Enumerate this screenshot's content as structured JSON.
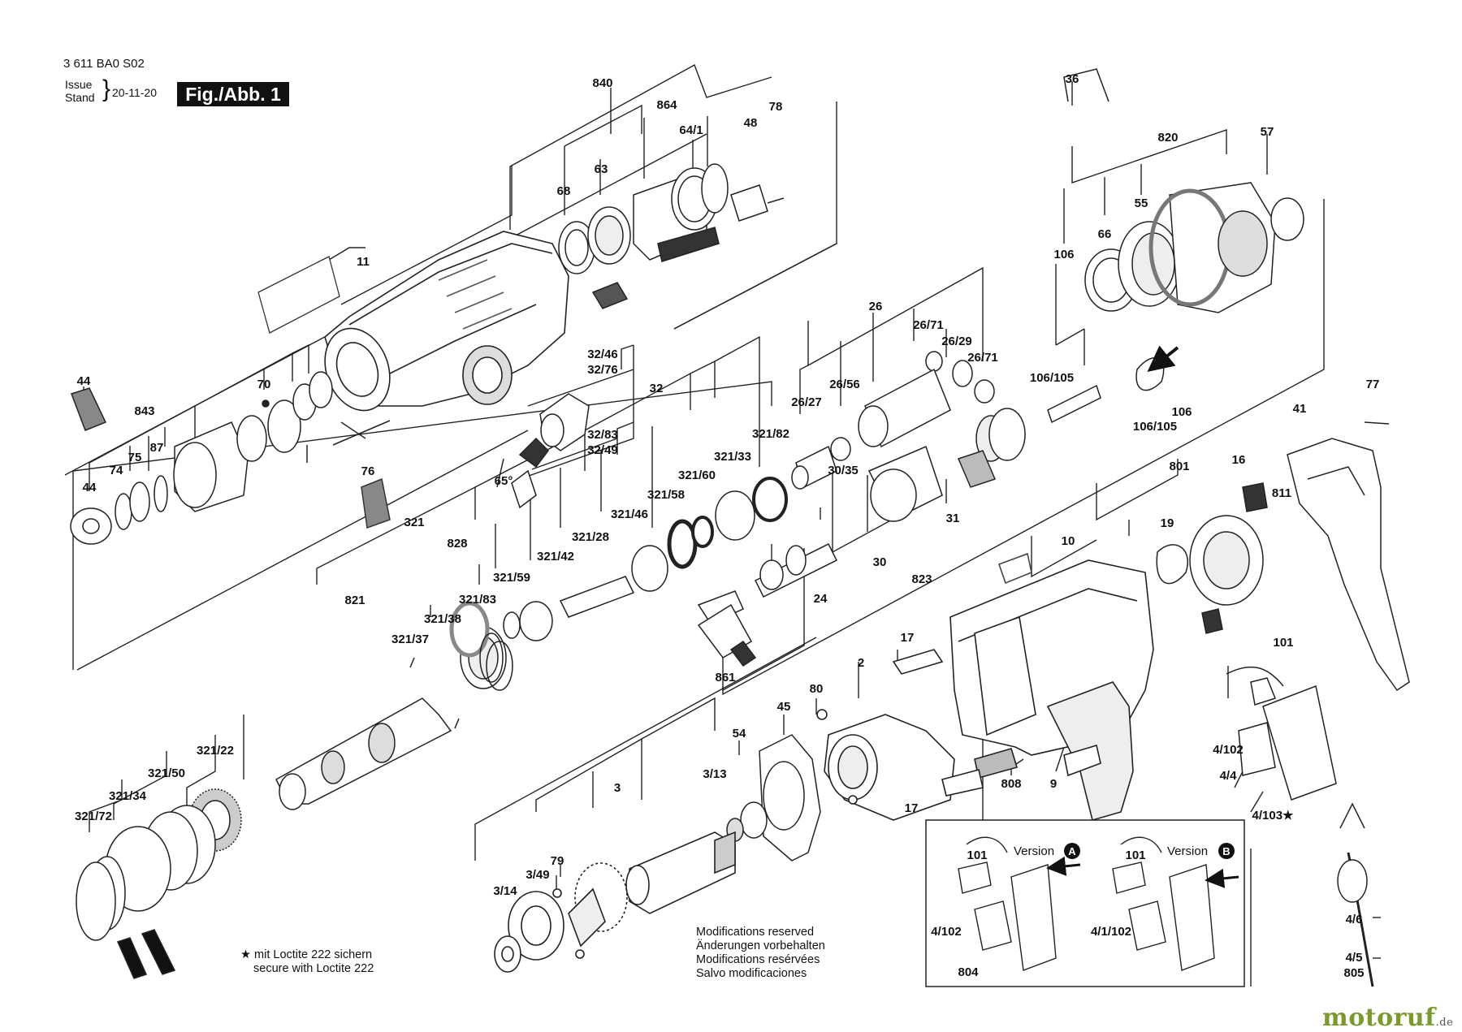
{
  "header": {
    "doc_number": "3 611 BA0 S02",
    "issue_label": "Issue",
    "stand_label": "Stand",
    "date": "20-11-20",
    "figure_label": "Fig./Abb. 1"
  },
  "notes": {
    "modifications": [
      "Modifications reserved",
      "Änderungen vorbehalten",
      "Modifications resérvées",
      "Salvo modificaciones"
    ],
    "loctite": [
      "★ mit Loctite 222 sichern",
      "secure with Loctite 222"
    ]
  },
  "brand": {
    "name": "motoruf",
    "suffix": ".de"
  },
  "versions": {
    "a_label": "Version",
    "a_letter": "A",
    "b_label": "Version",
    "b_letter": "B"
  },
  "callouts": [
    "3 611 BA0 S02",
    "840",
    "864",
    "64/1",
    "48",
    "78",
    "68",
    "63",
    "11",
    "36",
    "820",
    "57",
    "55",
    "66",
    "106",
    "106/105",
    "106",
    "106/105",
    "44",
    "843",
    "74",
    "75",
    "87",
    "70",
    "76",
    "44",
    "32/46",
    "32/76",
    "32",
    "32/83",
    "32/49",
    "65°",
    "26",
    "26/71",
    "26/29",
    "26/71",
    "26/56",
    "26/27",
    "30/35",
    "31",
    "30",
    "823",
    "24",
    "77",
    "41",
    "16",
    "811",
    "801",
    "19",
    "10",
    "321",
    "828",
    "821",
    "321/82",
    "321/33",
    "321/60",
    "321/58",
    "321/46",
    "321/28",
    "321/42",
    "321/59",
    "321/83",
    "321/38",
    "321/37",
    "861",
    "17",
    "2",
    "80",
    "45",
    "54",
    "3/13",
    "3",
    "79",
    "3/49",
    "3/14",
    "321/22",
    "321/50",
    "321/34",
    "321/72",
    "101",
    "4/102",
    "4/4",
    "4/103★",
    "4/6",
    "4/5",
    "805",
    "808",
    "9",
    "17",
    "101",
    "4/102",
    "804",
    "101",
    "4/1/102"
  ],
  "colors": {
    "ink": "#111111",
    "fill": "#ffffff",
    "shade": "#8a8a8a",
    "brand": "#7a9a2c"
  }
}
